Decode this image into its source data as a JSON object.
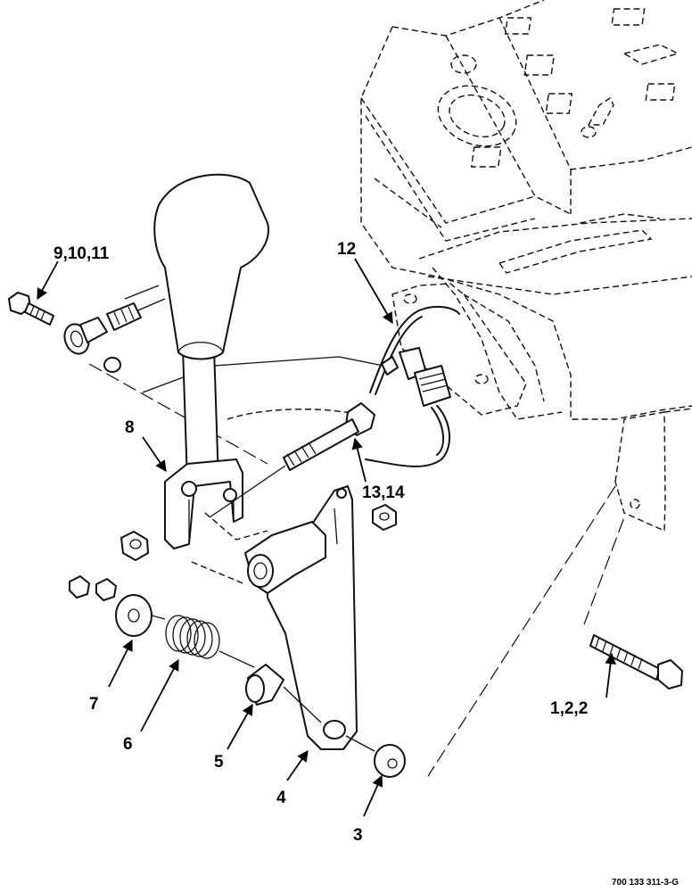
{
  "callouts": [
    {
      "id": "c-1-2-2",
      "label": "1,2,2"
    },
    {
      "id": "c-3",
      "label": "3"
    },
    {
      "id": "c-4",
      "label": "4"
    },
    {
      "id": "c-5",
      "label": "5"
    },
    {
      "id": "c-6",
      "label": "6"
    },
    {
      "id": "c-7",
      "label": "7"
    },
    {
      "id": "c-8",
      "label": "8"
    },
    {
      "id": "c-9-10-11",
      "label": "9,10,11"
    },
    {
      "id": "c-12",
      "label": "12"
    },
    {
      "id": "c-13-14",
      "label": "13,14"
    }
  ],
  "document_id": "700 133 311-3-G"
}
